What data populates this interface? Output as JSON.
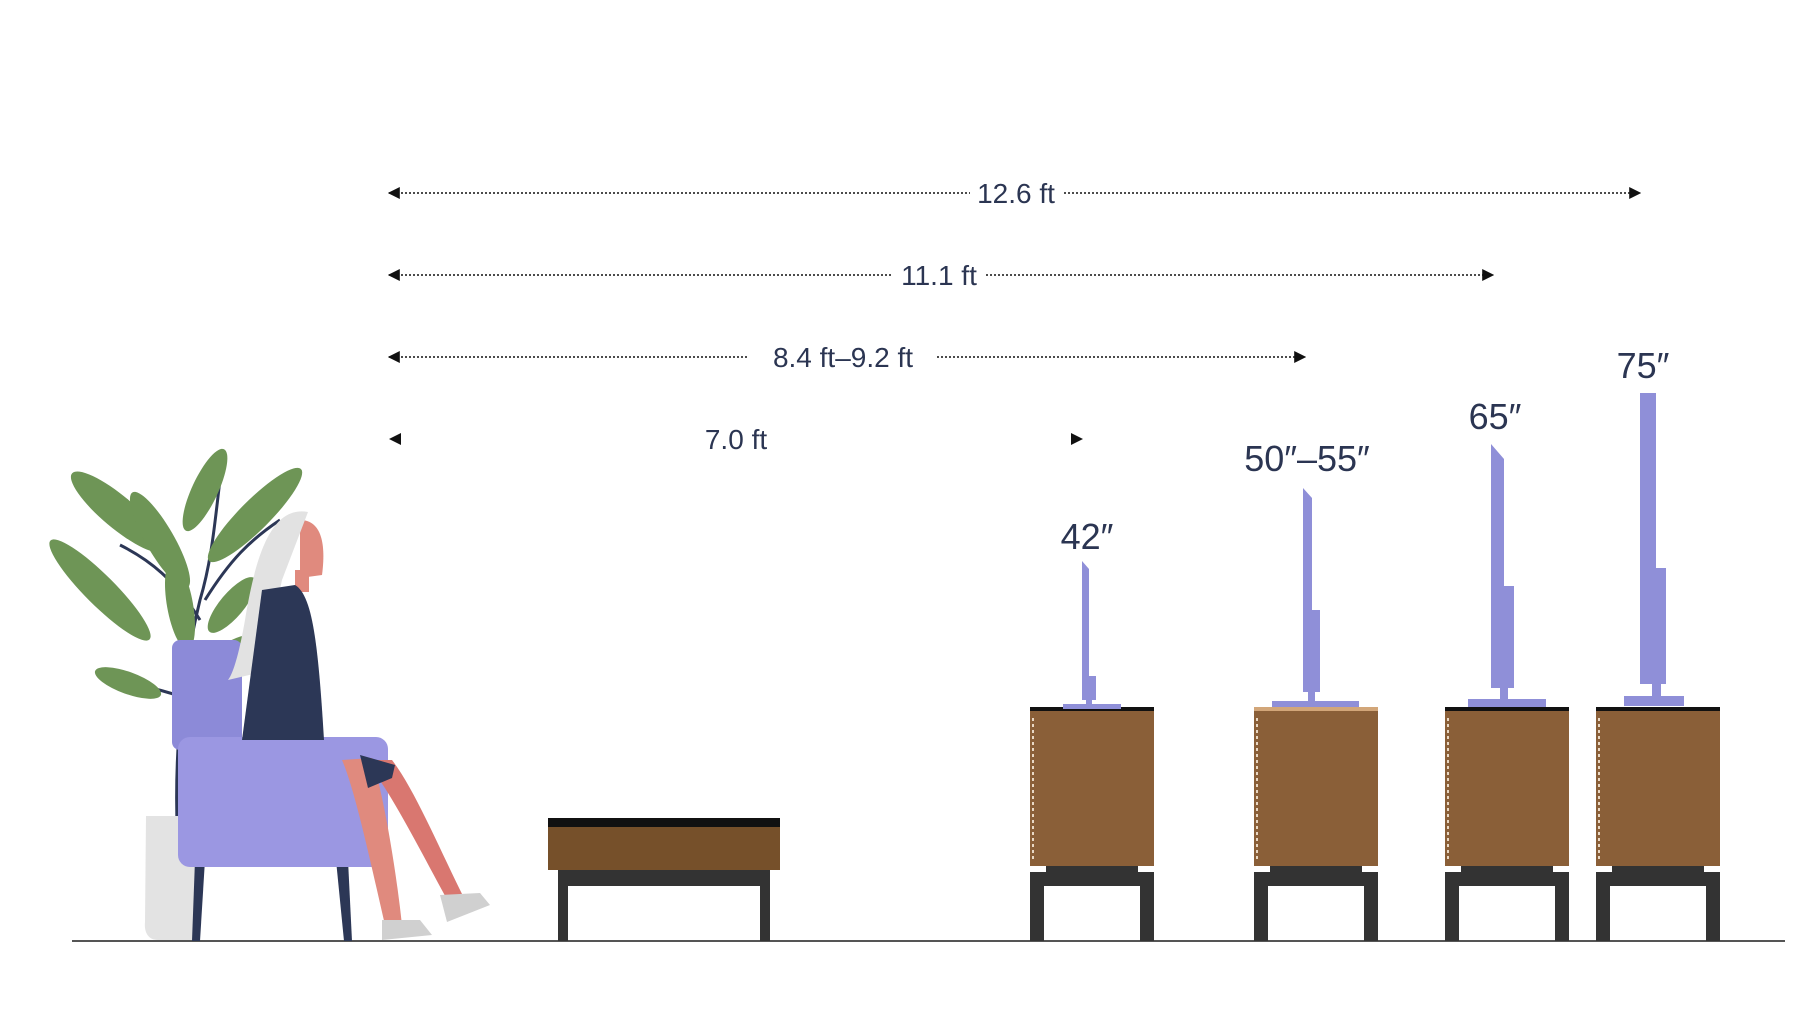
{
  "distances": [
    {
      "label": "12.6 ft"
    },
    {
      "label": "11.1 ft"
    },
    {
      "label": "8.4 ft–9.2 ft"
    },
    {
      "label": "7.0 ft"
    }
  ],
  "tv_sizes": [
    {
      "label": "42″"
    },
    {
      "label": "50″–55″"
    },
    {
      "label": "65″"
    },
    {
      "label": "75″"
    }
  ],
  "colors": {
    "text": "#2b3552",
    "tv": "#8f8fd8",
    "wood": "#8a5f38",
    "table_top": "#76502a",
    "metal": "#333333",
    "armchair": "#9b97e2",
    "armchair_back": "#8c8ad8",
    "plant": "#6e9556",
    "pot": "#e3e3e3",
    "dress": "#2c3756",
    "skin": "#e08a7e",
    "hair": "#e2e2e2",
    "floor": "#555555"
  }
}
